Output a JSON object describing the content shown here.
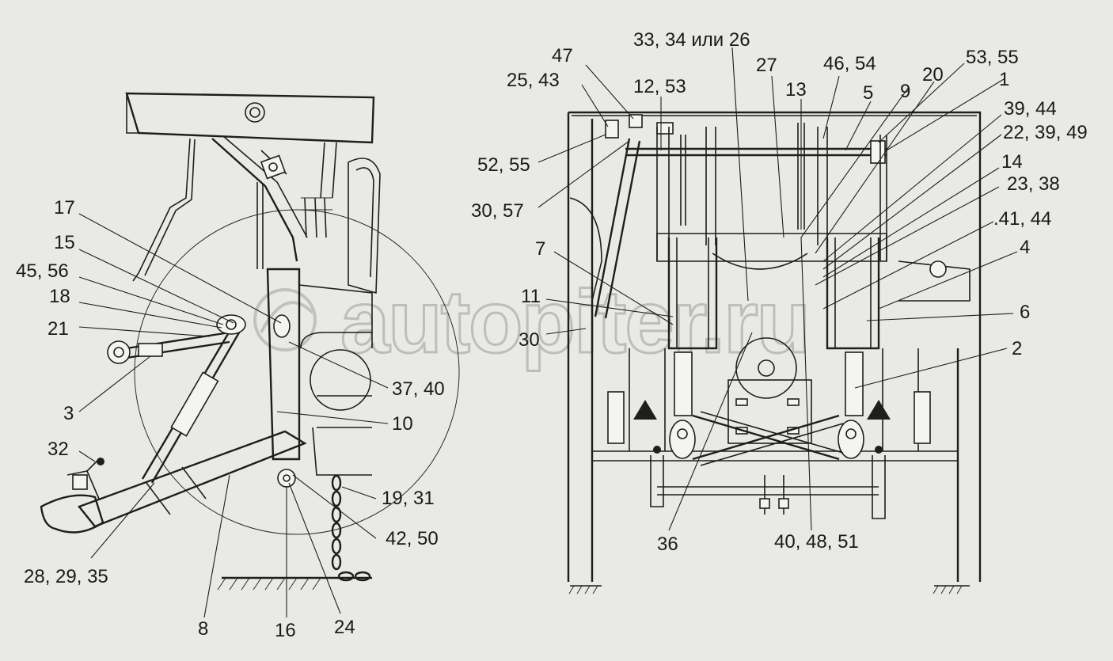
{
  "watermark": "autopiter.ru",
  "left_view": {
    "labels": {
      "l17": "17",
      "l15": "15",
      "l45_56": "45, 56",
      "l18": "18",
      "l21": "21",
      "l3": "3",
      "l32": "32",
      "l28_29_35": "28, 29, 35",
      "l8": "8",
      "l16": "16",
      "l24": "24",
      "l42_50": "42, 50",
      "l19_31": "19, 31",
      "l10": "10",
      "l37_40": "37, 40"
    }
  },
  "right_view": {
    "labels": {
      "l47": "47",
      "l25_43": "25, 43",
      "l52_55": "52, 55",
      "l30_57": "30, 57",
      "l12_53": "12, 53",
      "l33_34_26": "33, 34 или 26",
      "l27": "27",
      "l13": "13",
      "l46_54": "46, 54",
      "l5": "5",
      "l9": "9",
      "l20": "20",
      "l53_55": "53, 55",
      "l1": "1",
      "l39_44": "39, 44",
      "l22_39_49": "22, 39, 49",
      "l14": "14",
      "l23_38": "23, 38",
      "l41_44": ".41, 44",
      "l4": "4",
      "l6": "6",
      "l2": "2",
      "l7": "7",
      "l11": "11",
      "l30": "30",
      "l36": "36",
      "l40_48_51": "40, 48, 51"
    }
  }
}
